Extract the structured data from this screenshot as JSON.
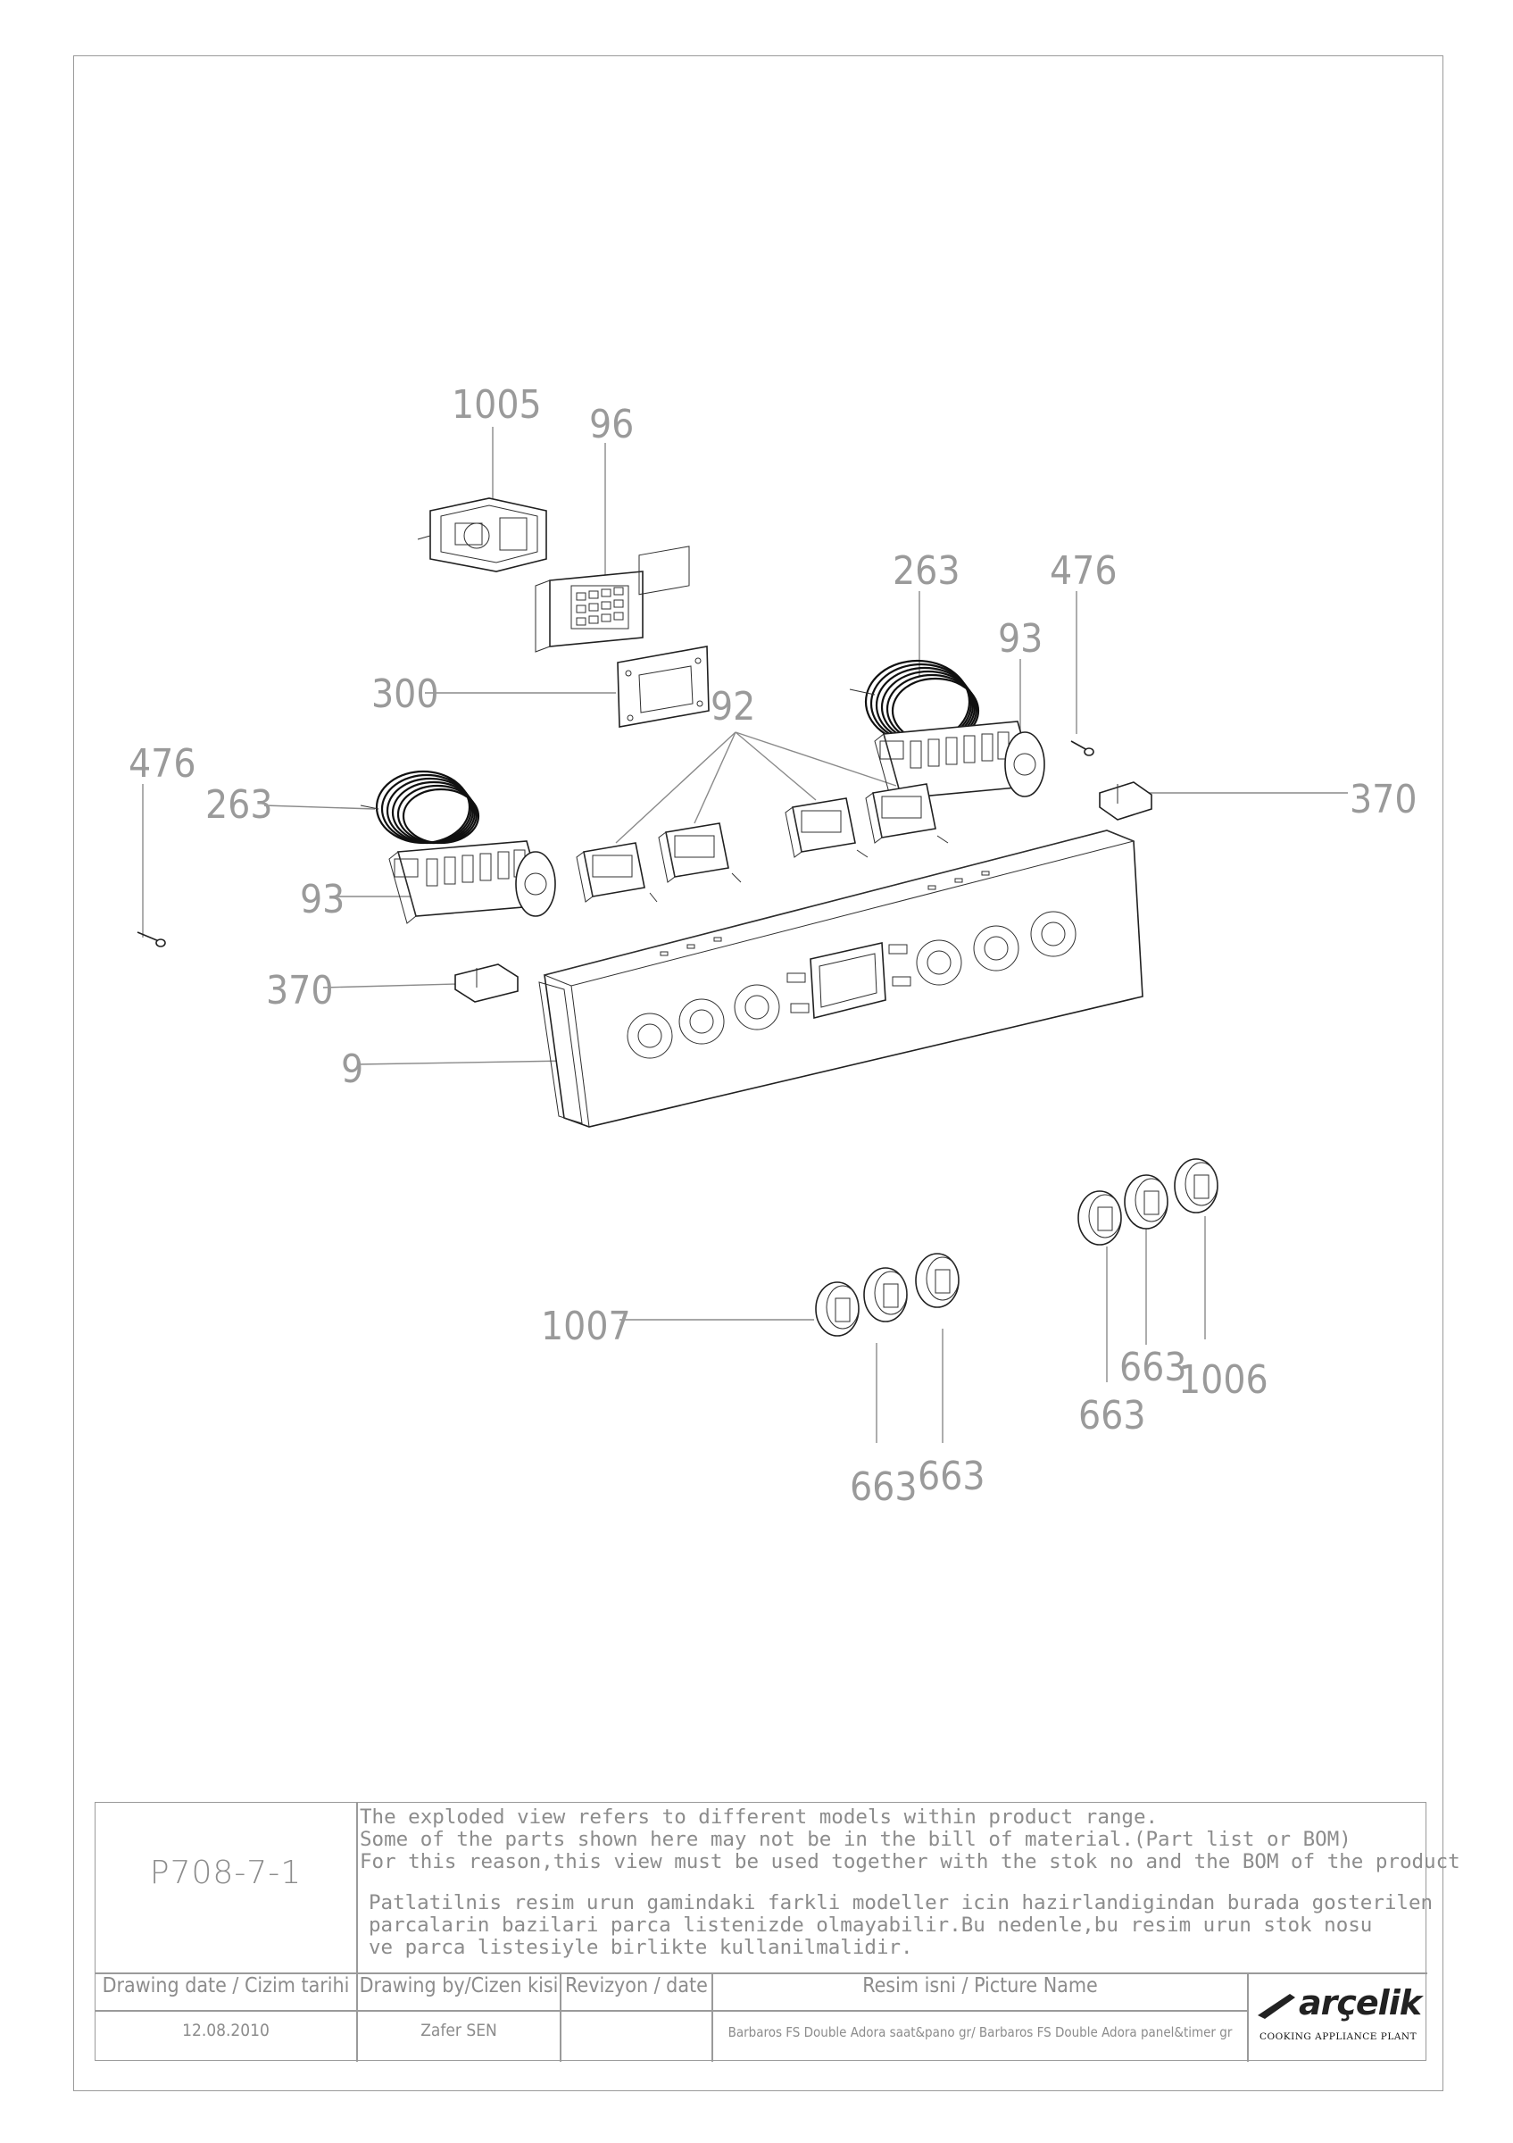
{
  "callouts": [
    {
      "id": "c1005",
      "text": "1005"
    },
    {
      "id": "c96",
      "text": "96"
    },
    {
      "id": "c300",
      "text": "300"
    },
    {
      "id": "c263r",
      "text": "263"
    },
    {
      "id": "c476r",
      "text": "476"
    },
    {
      "id": "c93r",
      "text": "93"
    },
    {
      "id": "c92",
      "text": "92"
    },
    {
      "id": "c476l",
      "text": "476"
    },
    {
      "id": "c263l",
      "text": "263"
    },
    {
      "id": "c370r",
      "text": "370"
    },
    {
      "id": "c93l",
      "text": "93"
    },
    {
      "id": "c370l",
      "text": "370"
    },
    {
      "id": "c9",
      "text": "9"
    },
    {
      "id": "c1007",
      "text": "1007"
    },
    {
      "id": "c663a",
      "text": "663"
    },
    {
      "id": "c1006",
      "text": "1006"
    },
    {
      "id": "c663b",
      "text": "663"
    },
    {
      "id": "c663c",
      "text": "663"
    },
    {
      "id": "c663d",
      "text": "663"
    }
  ],
  "title_block": {
    "drawing_code": "P708-7-1",
    "note_en": [
      "The exploded view refers to different models within product range.",
      "Some of the parts shown here may not be in the bill of material.(Part list or BOM)",
      "For this reason,this view must be used together with the stok no and the BOM of the product"
    ],
    "note_tr": [
      "Patlatilnis resim urun gamindaki farkli modeller icin hazirlandigindan burada gosterilen",
      "parcalarin bazilari parca listenizde olmayabilir.Bu nedenle,bu resim urun stok nosu",
      " ve parca listesiyle birlikte kullanilmalidir."
    ],
    "headers": {
      "drawing_date": "Drawing date / Cizim tarihi",
      "drawing_by": "Drawing by/Cizen kisi",
      "revision": "Revizyon / date",
      "picture_name": "Resim isni / Picture Name"
    },
    "values": {
      "drawing_date": "12.08.2010",
      "drawing_by": "Zafer SEN",
      "revision": "",
      "picture_name": "Barbaros FS Double Adora saat&pano gr/ Barbaros FS Double Adora panel&timer gr"
    },
    "logo": {
      "word": "arçelik",
      "subtitle": "COOKING APPLIANCE PLANT"
    }
  }
}
